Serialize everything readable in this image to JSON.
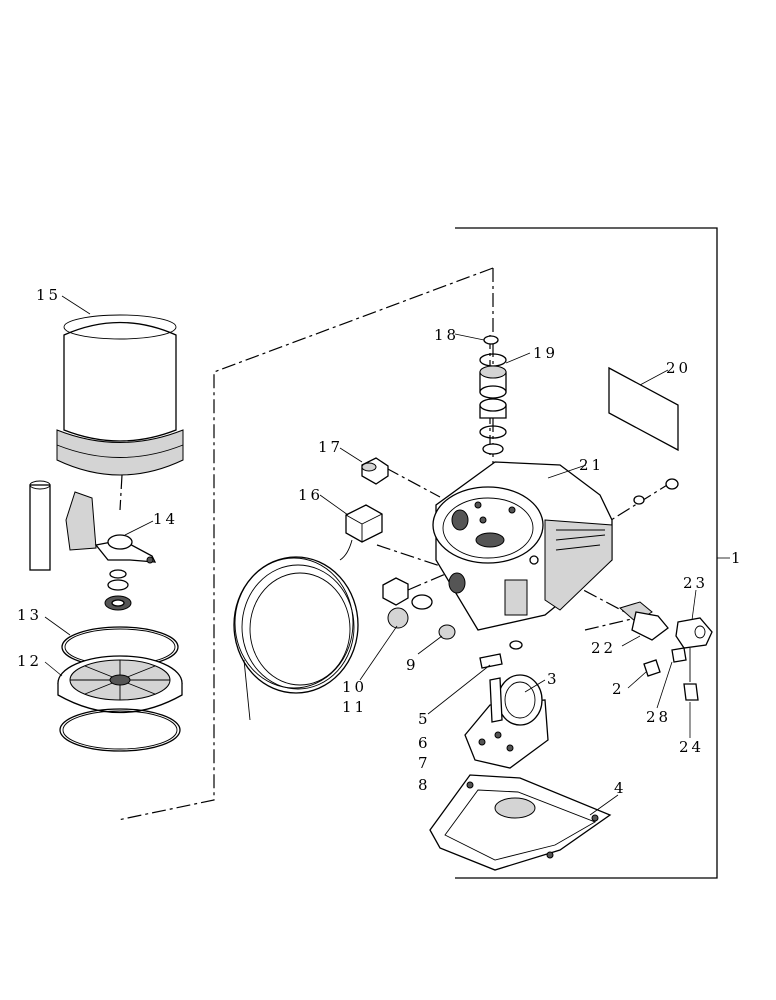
{
  "callouts": {
    "c1": "1",
    "c2": "2",
    "c3": "3",
    "c4": "4",
    "c5": "5",
    "c6": "6",
    "c7": "7",
    "c8": "8",
    "c9": "9",
    "c10": "10",
    "c11": "11",
    "c12": "12",
    "c13": "13",
    "c14": "14",
    "c15": "15",
    "c16": "16",
    "c17": "17",
    "c18": "18",
    "c19": "19",
    "c20": "20",
    "c21": "21",
    "c22": "22",
    "c23": "23",
    "c24": "24",
    "c28": "28"
  }
}
